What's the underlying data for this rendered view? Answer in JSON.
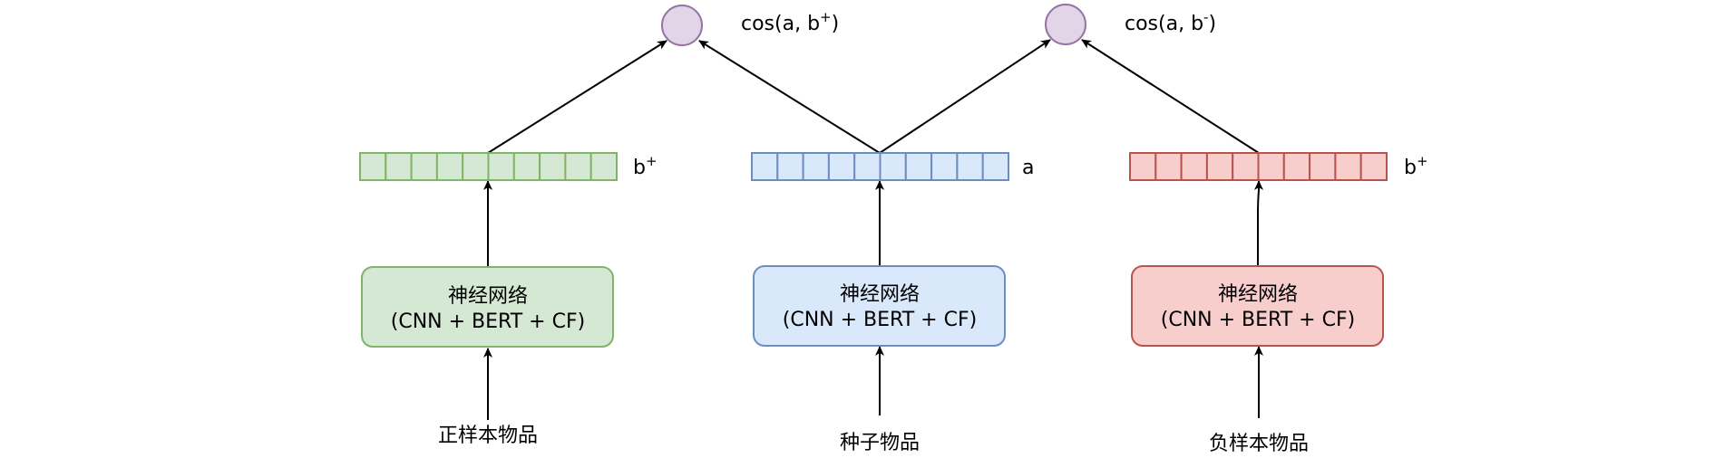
{
  "score_nodes": [
    {
      "id": "pos",
      "label_main": "cos(a, b",
      "label_sup": "+",
      "label_tail": ")",
      "fill": "#e1d5e7",
      "stroke": "#9673a6"
    },
    {
      "id": "neg",
      "label_main": "cos(a, b",
      "label_sup": "-",
      "label_tail": ")",
      "fill": "#e1d5e7",
      "stroke": "#9673a6"
    }
  ],
  "towers": [
    {
      "id": "positive",
      "input_label": "正样本物品",
      "network_line1": "神经网络",
      "network_line2": "(CNN + BERT + CF)",
      "vector_label_main": "b",
      "vector_label_sup": "+",
      "vector_cells": 10,
      "fill": "#d5e8d4",
      "stroke": "#82b366"
    },
    {
      "id": "seed",
      "input_label": "种子物品",
      "network_line1": "神经网络",
      "network_line2": "(CNN + BERT + CF)",
      "vector_label_main": "a",
      "vector_label_sup": "",
      "vector_cells": 10,
      "fill": "#dae8fc",
      "stroke": "#6c8ebf"
    },
    {
      "id": "negative",
      "input_label": "负样本物品",
      "network_line1": "神经网络",
      "network_line2": "(CNN + BERT + CF)",
      "vector_label_main": "b",
      "vector_label_sup": "+",
      "vector_cells": 10,
      "fill": "#f8cecc",
      "stroke": "#b85450"
    }
  ]
}
